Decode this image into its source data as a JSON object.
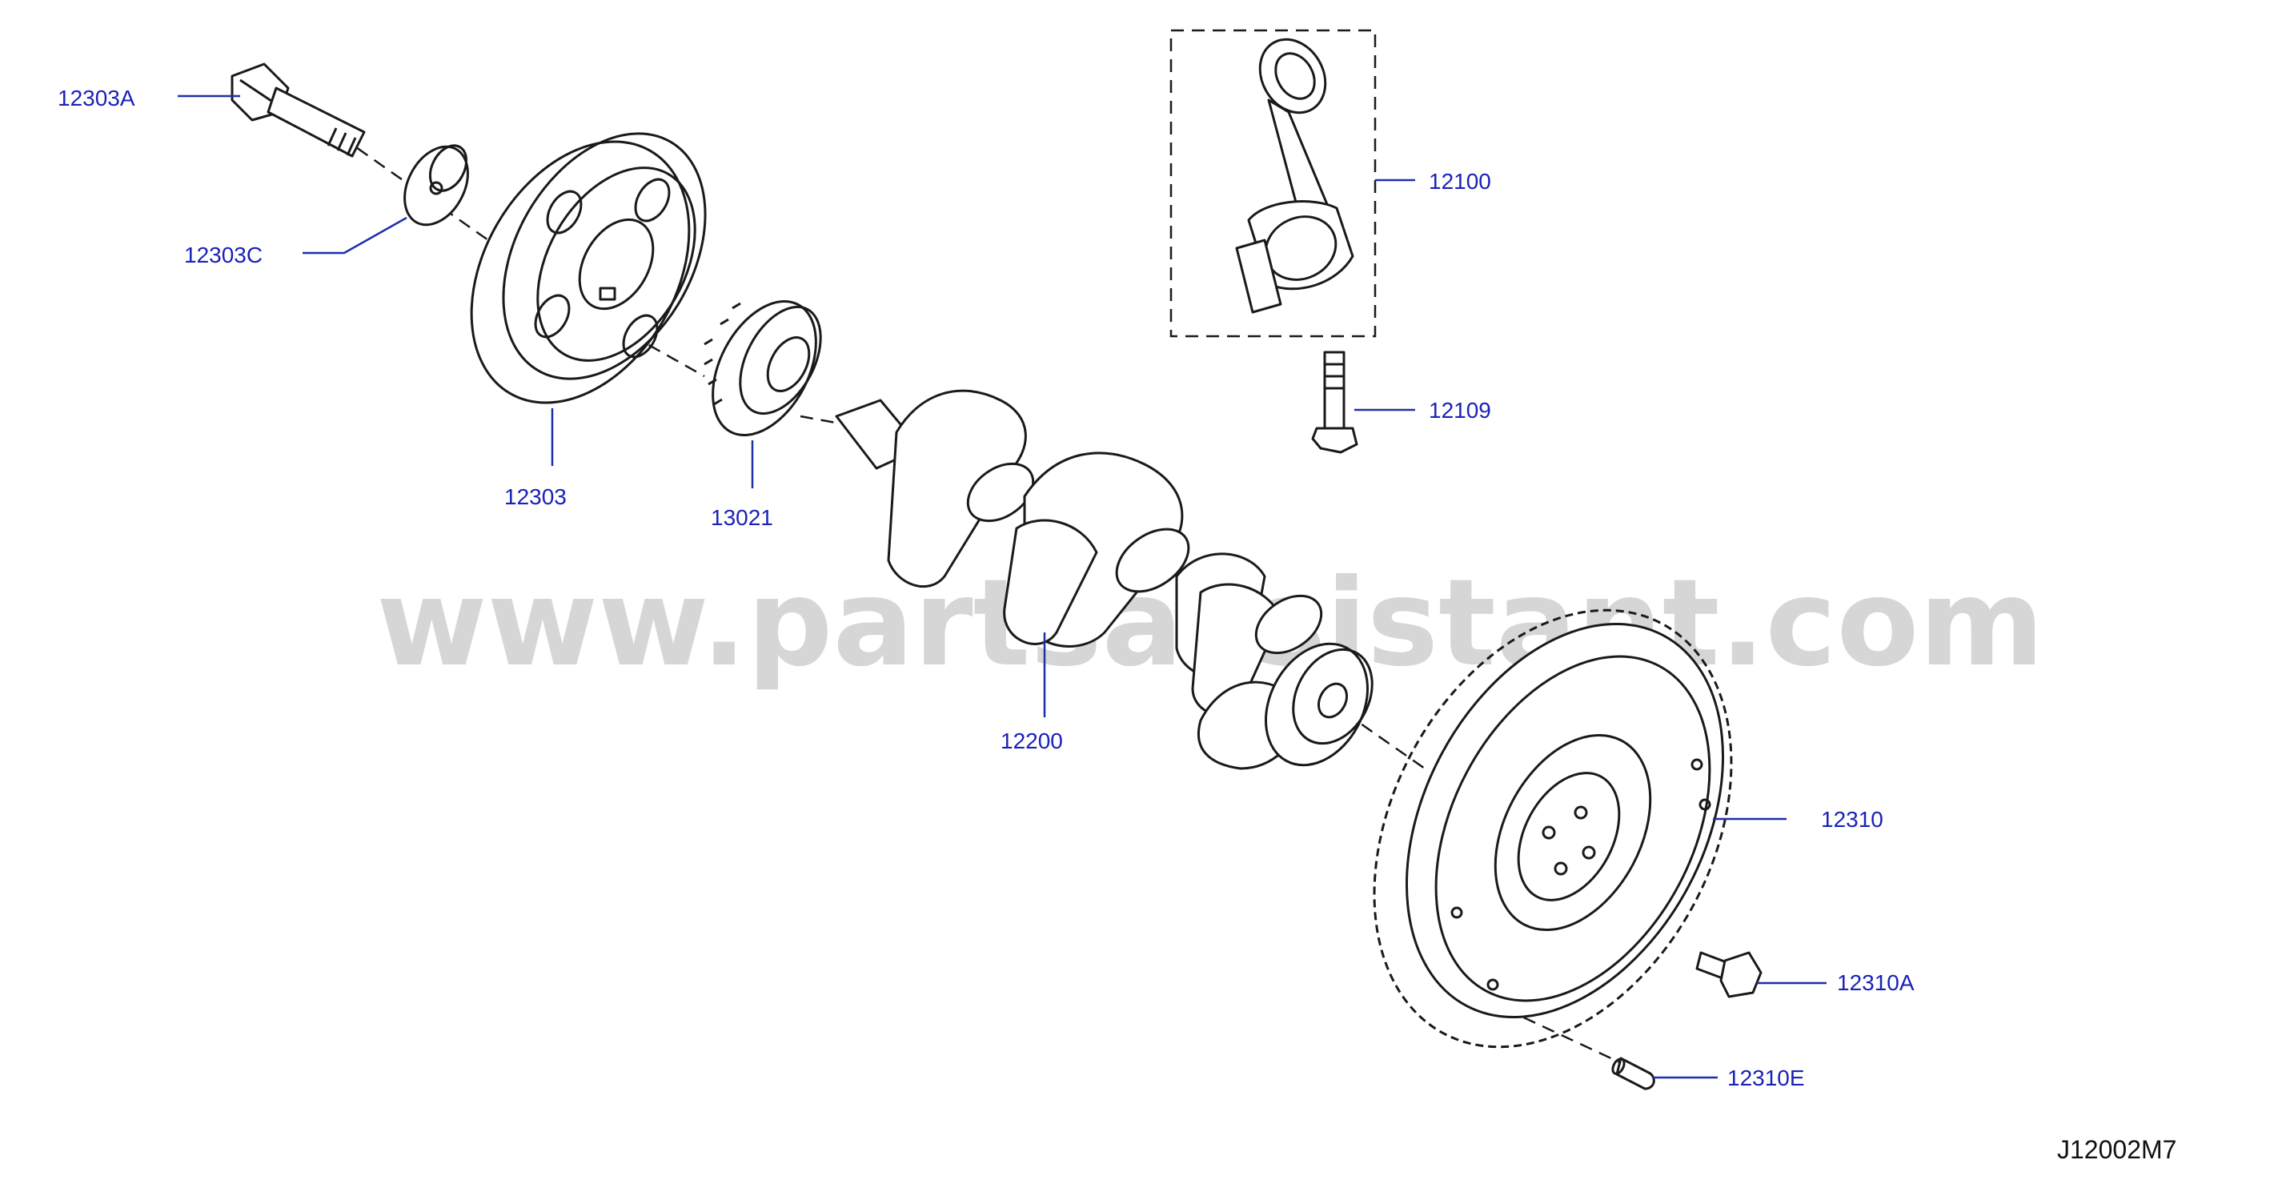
{
  "watermark": "www.partsassistant.com",
  "figure_code": "J12002M7",
  "parts": [
    {
      "id": "12303A",
      "label": "12303A"
    },
    {
      "id": "12303C",
      "label": "12303C"
    },
    {
      "id": "12303",
      "label": "12303"
    },
    {
      "id": "13021",
      "label": "13021"
    },
    {
      "id": "12100",
      "label": "12100"
    },
    {
      "id": "12109",
      "label": "12109"
    },
    {
      "id": "12200",
      "label": "12200"
    },
    {
      "id": "12310",
      "label": "12310"
    },
    {
      "id": "12310A",
      "label": "12310A"
    },
    {
      "id": "12310E",
      "label": "12310E"
    }
  ]
}
